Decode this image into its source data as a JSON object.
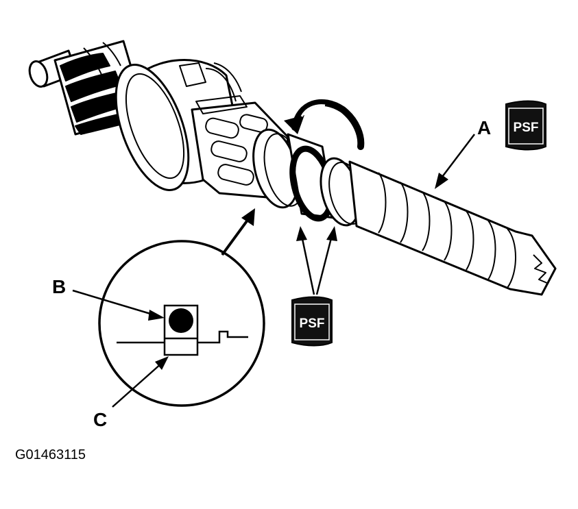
{
  "labels": {
    "a": "A",
    "b": "B",
    "c": "C"
  },
  "badges": {
    "psf_top": "PSF",
    "psf_bottom": "PSF"
  },
  "figure_id": "G01463115",
  "colors": {
    "ink": "#000000",
    "paper": "#ffffff",
    "badge_fill": "#111111"
  }
}
